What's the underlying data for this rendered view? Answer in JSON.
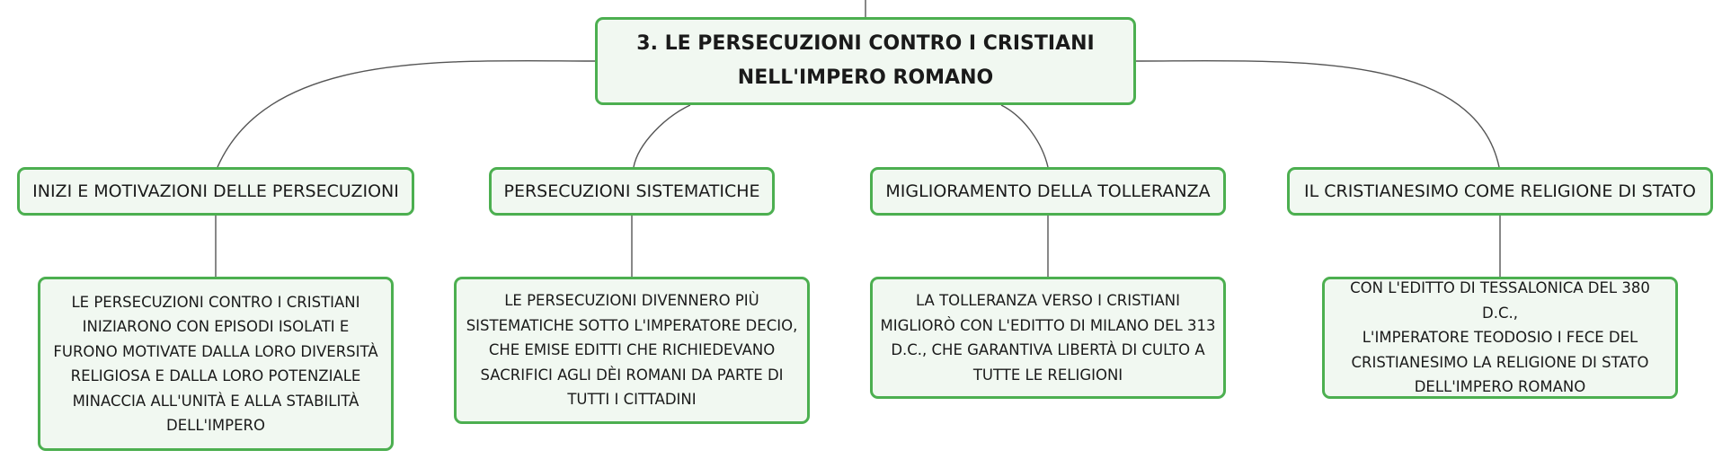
{
  "root": {
    "line1": "3. LE PERSECUZIONI CONTRO I CRISTIANI",
    "line2": "NELL'IMPERO ROMANO"
  },
  "branches": [
    {
      "title": "INIZI E MOTIVAZIONI DELLE PERSECUZIONI",
      "detail": [
        "LE PERSECUZIONI CONTRO I CRISTIANI",
        "INIZIARONO CON EPISODI ISOLATI E",
        "FURONO MOTIVATE DALLA LORO DIVERSITÀ",
        "RELIGIOSA E DALLA LORO POTENZIALE",
        "MINACCIA ALL'UNITÀ E ALLA STABILITÀ",
        "DELL'IMPERO"
      ]
    },
    {
      "title": "PERSECUZIONI SISTEMATICHE",
      "detail": [
        "LE PERSECUZIONI DIVENNERO PIÙ",
        "SISTEMATICHE SOTTO L'IMPERATORE DECIO,",
        "CHE EMISE EDITTI CHE RICHIEDEVANO",
        "SACRIFICI AGLI DÈI ROMANI DA PARTE DI",
        "TUTTI I CITTADINI"
      ]
    },
    {
      "title": "MIGLIORAMENTO DELLA TOLLERANZA",
      "detail": [
        "LA TOLLERANZA VERSO I CRISTIANI",
        "MIGLIORÒ CON L'EDITTO DI MILANO DEL 313",
        "D.C., CHE GARANTIVA LIBERTÀ DI CULTO A",
        "TUTTE LE RELIGIONI"
      ]
    },
    {
      "title": "IL CRISTIANESIMO COME RELIGIONE DI STATO",
      "detail": [
        "CON L'EDITTO DI TESSALONICA DEL 380 D.C.,",
        "L'IMPERATORE TEODOSIO I FECE DEL",
        "CRISTIANESIMO LA RELIGIONE DI STATO",
        "DELL'IMPERO ROMANO"
      ]
    }
  ]
}
